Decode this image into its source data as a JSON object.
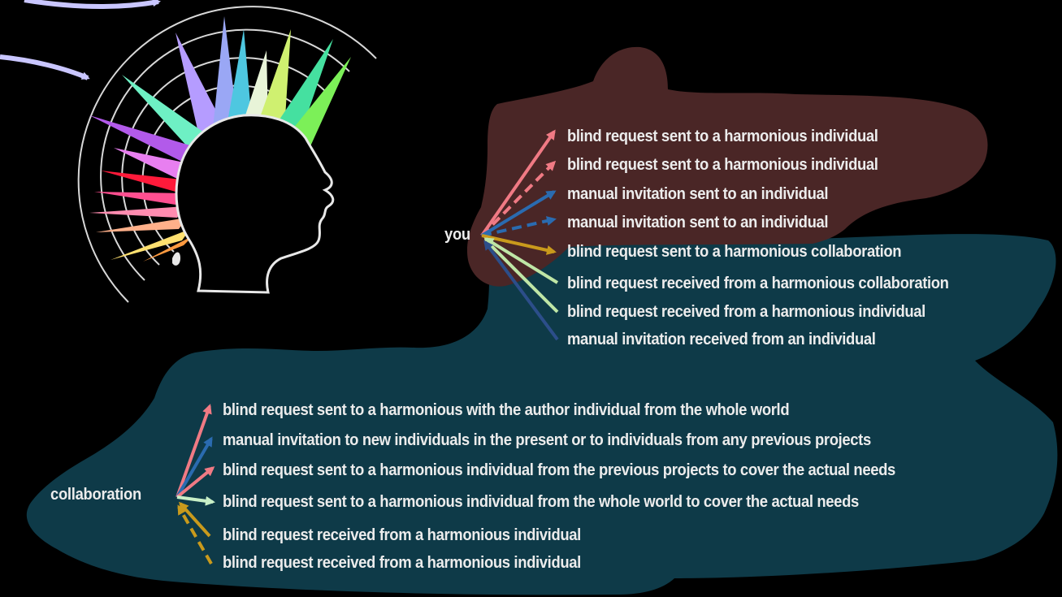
{
  "colors": {
    "background": "#000000",
    "you_blob": "#4a2626",
    "collab_blob": "#0e3a48",
    "pointer_arrow": "#c9c6ff",
    "text": "#ececec",
    "arrow_pink": "#f07a84",
    "arrow_blue": "#2a6bb0",
    "arrow_gold": "#c99a1c",
    "arrow_lightgreen": "#bfe6a6",
    "arrow_navy": "#2c4e8a",
    "arrow_mint": "#c8efc7"
  },
  "icons": {
    "head": "head-silhouette-with-mohawk-icon",
    "pointer": "curved-arrow-icon"
  },
  "you": {
    "label": "you",
    "items": [
      "blind request sent to a harmonious individual",
      "blind request sent to a harmonious individual",
      "manual invitation sent to an individual",
      "manual invitation sent to an individual",
      "blind request sent to a harmonious collaboration",
      "blind request received from a harmonious collaboration",
      "blind request received from a harmonious individual",
      "manual invitation received from an individual"
    ]
  },
  "collaboration": {
    "label": "collaboration",
    "items": [
      "blind request sent to a harmonious with the author individual from the whole world",
      "manual invitation to new individuals in the present or to individuals from any previous projects",
      "blind request sent to a harmonious individual from the previous projects to cover the actual needs",
      "blind request sent to a harmonious individual from the whole world to cover the actual needs",
      "blind request received from a harmonious individual",
      "blind request received from a harmonious individual"
    ]
  }
}
